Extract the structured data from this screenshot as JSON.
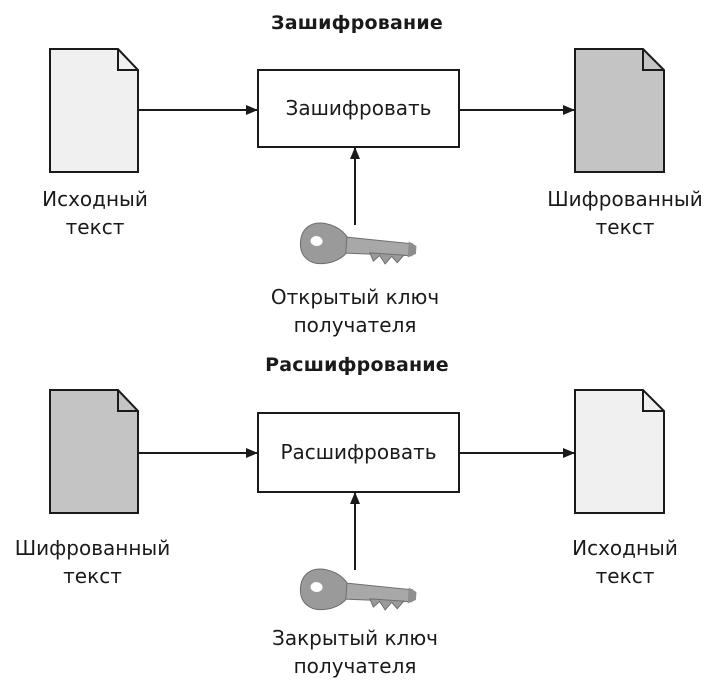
{
  "encryption": {
    "heading": "Зашифрование",
    "process_label": "Зашифровать",
    "input_label": [
      "Исходный",
      "текст"
    ],
    "output_label": [
      "Шифрованный",
      "текст"
    ],
    "key_label": [
      "Открытый ключ",
      "получателя"
    ]
  },
  "decryption": {
    "heading": "Расшифрование",
    "process_label": "Расшифровать",
    "input_label": [
      "Шифрованный",
      "текст"
    ],
    "output_label": [
      "Исходный",
      "текст"
    ],
    "key_label": [
      "Закрытый ключ",
      "получателя"
    ]
  },
  "colors": {
    "plain_doc_fill": "#f0f0f0",
    "cipher_doc_fill": "#c4c4c4",
    "key_fill": "#9a9a9a",
    "stroke": "#1a1a1a"
  },
  "icons": {
    "plain_document": "document-icon",
    "cipher_document": "encrypted-document-icon",
    "key": "key-icon"
  }
}
